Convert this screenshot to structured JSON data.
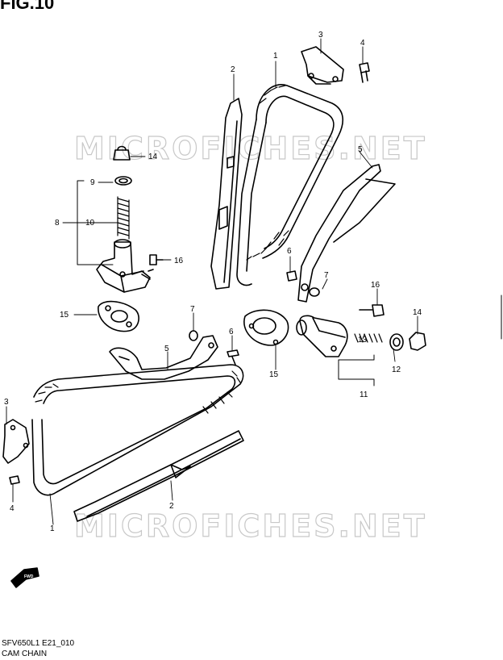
{
  "figure_title": "FIG.10",
  "watermark": "MICROFICHES.NET",
  "diagram_code": "SFV650L1 E21_010",
  "diagram_title": "CAM CHAIN",
  "fwd_label": "FWD",
  "callouts": [
    "1",
    "2",
    "3",
    "4",
    "5",
    "6",
    "7",
    "8",
    "9",
    "10",
    "11",
    "12",
    "13",
    "14",
    "15",
    "16"
  ],
  "colors": {
    "line": "#000000",
    "watermark": "#c8c8c8"
  }
}
